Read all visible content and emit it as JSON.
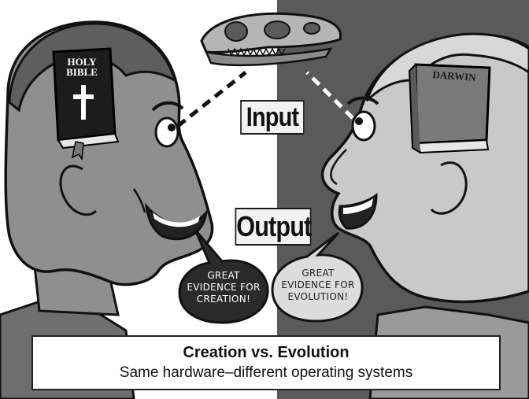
{
  "labels": {
    "input": "Input",
    "output": "Output"
  },
  "books": {
    "bible": "HOLY\nBIBLE",
    "darwin": "DARWIN"
  },
  "bubbles": {
    "left": "GREAT\nEVIDENCE FOR\nCREATION!",
    "right": "GREAT\nEVIDENCE FOR\nEVOLUTION!"
  },
  "caption": {
    "title": "Creation vs. Evolution",
    "subtitle": "Same hardware–different operating systems"
  },
  "colors": {
    "left_background": "#ffffff",
    "right_background": "#5a5a5a",
    "left_skin": "#8f8f8f",
    "right_skin": "#c9c9c9"
  },
  "icons": [
    "fossil-skull-icon",
    "cross-icon",
    "book-icon"
  ]
}
